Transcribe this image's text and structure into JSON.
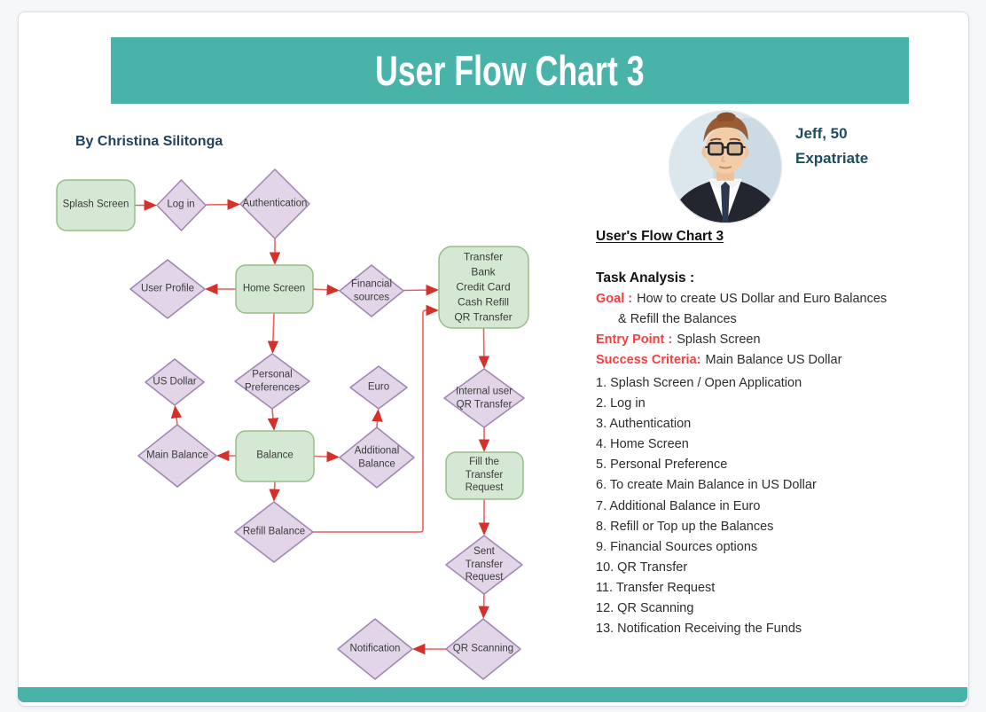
{
  "slide": {
    "title": "User Flow Chart 3",
    "author": "By Christina Silitonga"
  },
  "persona": {
    "name": "Jeff, 50",
    "role": "Expatriate"
  },
  "panel": {
    "heading": "User's Flow Chart 3",
    "task_analysis_label": "Task Analysis :",
    "goal_label": "Goal :",
    "goal_text": "How to create US Dollar and Euro Balances",
    "goal_text_line2": "& Refill the Balances",
    "entry_label": "Entry Point :",
    "entry_text": "Splash Screen",
    "success_label": "Success Criteria:",
    "success_text": "Main Balance US Dollar",
    "steps": [
      "1. Splash Screen / Open Application",
      "2. Log in",
      "3. Authentication",
      "4. Home Screen",
      "5. Personal Preference",
      "6. To create Main Balance in US Dollar",
      "7. Additional Balance in Euro",
      "8. Refill or Top up the Balances",
      "9. Financial Sources options",
      "10. QR Transfer",
      "11. Transfer Request",
      "12. QR Scanning",
      "13. Notification Receiving the Funds"
    ]
  },
  "flowchart": {
    "nodes": {
      "splash": {
        "label": "Splash Screen",
        "shape": "rect"
      },
      "login": {
        "label": "Log in",
        "shape": "diamond"
      },
      "auth": {
        "label": "Authentication",
        "shape": "diamond"
      },
      "userProfile": {
        "label": "User Profile",
        "shape": "diamond"
      },
      "homeScreen": {
        "label": "Home Screen",
        "shape": "rect"
      },
      "finSources": {
        "label": "Financial\nsources",
        "shape": "diamond"
      },
      "transfer": {
        "label": "Transfer\nBank\nCredit Card\nCash Refill\nQR Transfer",
        "shape": "rect"
      },
      "personalPrefs": {
        "label": "Personal\nPreferences",
        "shape": "diamond"
      },
      "usDollar": {
        "label": "US Dollar",
        "shape": "diamond"
      },
      "euro": {
        "label": "Euro",
        "shape": "diamond"
      },
      "internalUser": {
        "label": "Internal user\nQR Transfer",
        "shape": "diamond"
      },
      "mainBalance": {
        "label": "Main Balance",
        "shape": "diamond"
      },
      "balance": {
        "label": "Balance",
        "shape": "rect"
      },
      "addBalance": {
        "label": "Additional\nBalance",
        "shape": "diamond"
      },
      "fillTransfer": {
        "label": "Fill the\nTransfer\nRequest",
        "shape": "rect"
      },
      "refillBalance": {
        "label": "Refill Balance",
        "shape": "diamond"
      },
      "sentTransfer": {
        "label": "Sent\nTransfer\nRequest",
        "shape": "diamond"
      },
      "qrScanning": {
        "label": "QR Scanning",
        "shape": "diamond"
      },
      "notification": {
        "label": "Notification",
        "shape": "diamond"
      }
    }
  },
  "colors": {
    "banner_teal": "#4ab3a9",
    "node_green_fill": "#d5e8d4",
    "node_green_border": "#97bd87",
    "node_purple_fill": "#e1d5e7",
    "node_purple_border": "#a184b5",
    "arrow_line_red": "#ec6059",
    "arrow_head_red": "#d5302a",
    "accent_text_red": "#fa3d3d",
    "heading_navy": "#1d4d62"
  }
}
